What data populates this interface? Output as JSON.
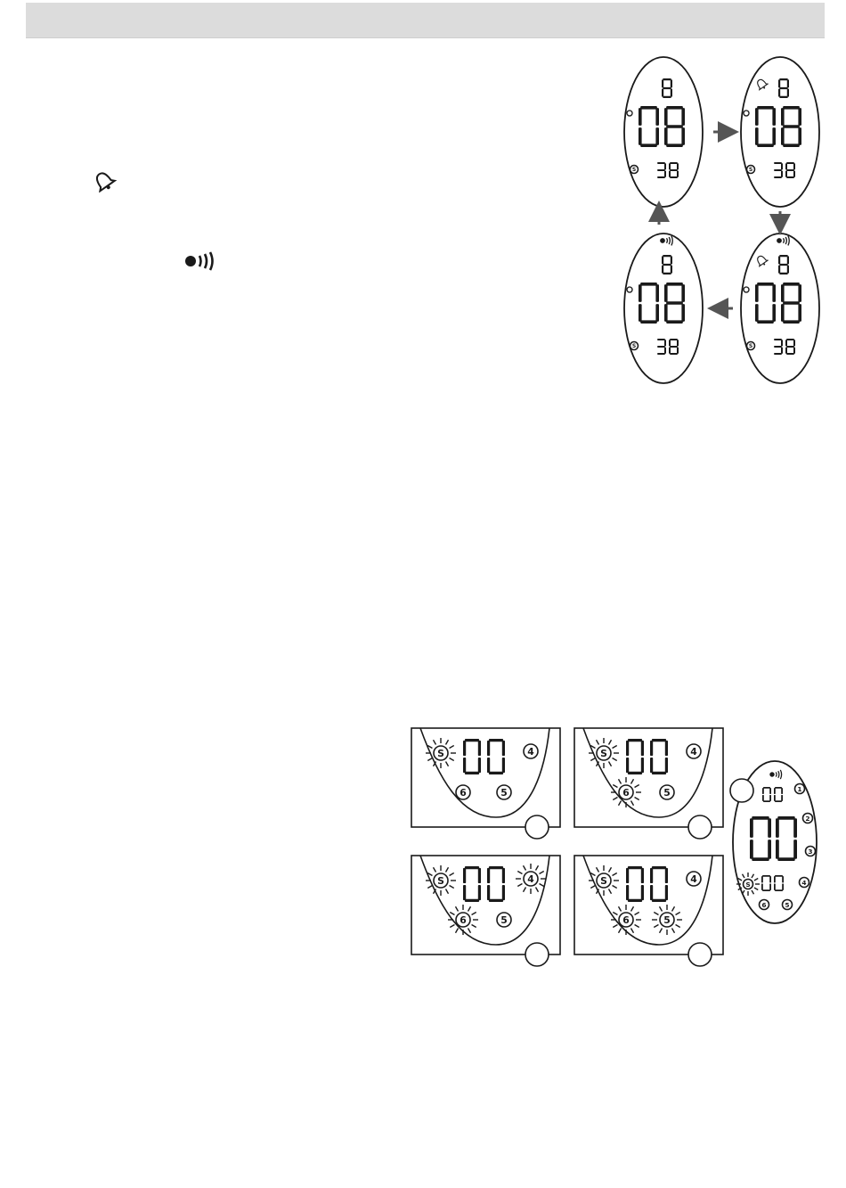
{
  "header": {
    "title": ""
  },
  "cycle_figure": {
    "displays": [
      {
        "top_digit": "8",
        "main_digits": "08",
        "bottom_digits": "38",
        "bell": false,
        "vibrate": false
      },
      {
        "top_digit": "8",
        "main_digits": "08",
        "bottom_digits": "38",
        "bell": true,
        "vibrate": false
      },
      {
        "top_digit": "8",
        "main_digits": "08",
        "bottom_digits": "38",
        "bell": true,
        "vibrate": true
      },
      {
        "top_digit": "8",
        "main_digits": "08",
        "bottom_digits": "38",
        "bell": false,
        "vibrate": true
      }
    ],
    "s_badge": "S"
  },
  "setting_figure": {
    "panel_digits": "00",
    "s_badge": "S",
    "markers": [
      "4",
      "5",
      "6"
    ],
    "panels": [
      {
        "blinking": [
          "S"
        ]
      },
      {
        "blinking": [
          "S",
          "6"
        ]
      },
      {
        "blinking": [
          "S",
          "6",
          "4"
        ]
      },
      {
        "blinking": [
          "S",
          "6",
          "5"
        ]
      }
    ],
    "oval": {
      "top_digits": "00",
      "main_digits": "00",
      "bottom_digits": "00",
      "numbers": [
        "1",
        "2",
        "3",
        "4",
        "5",
        "6"
      ]
    }
  }
}
